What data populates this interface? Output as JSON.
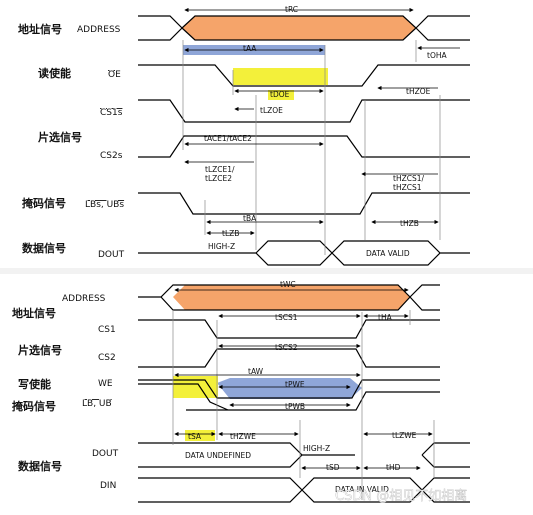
{
  "read_cycle": {
    "rows": {
      "address": {
        "cn": "地址信号",
        "sig": "ADDRESS"
      },
      "oe": {
        "cn": "读使能",
        "sig": "OE"
      },
      "cs1": {
        "sig": "CS1s"
      },
      "cs_group": {
        "cn": "片选信号"
      },
      "cs2": {
        "sig": "CS2s"
      },
      "lb": {
        "cn": "掩码信号",
        "sig": "LBs, UBs"
      },
      "dout": {
        "cn": "数据信号",
        "sig": "DOUT"
      }
    },
    "timing": {
      "trc": "tRC",
      "taa": "tAA",
      "toha": "tOHA",
      "tdoe": "tDOE",
      "tlzoe": "tLZOE",
      "thzoe": "tHZOE",
      "tace": "tACE1/tACE2",
      "tlzce": "tLZCE1/\ntLZCE2",
      "thzcs": "tHZCS1/\ntHZCS1",
      "tba": "tBA",
      "tlzb": "tLZB",
      "thzb": "tHZB"
    },
    "data": {
      "highz": "HIGH-Z",
      "valid": "DATA VALID"
    }
  },
  "write_cycle": {
    "rows": {
      "address": {
        "cn": "地址信号",
        "sig": "ADDRESS"
      },
      "cs1": {
        "sig": "CS1"
      },
      "cs_group": {
        "cn": "片选信号"
      },
      "cs2": {
        "sig": "CS2"
      },
      "we": {
        "cn": "写使能",
        "sig": "WE"
      },
      "lb": {
        "cn": "掩码信号",
        "sig": "LB, UB"
      },
      "dout": {
        "sig": "DOUT"
      },
      "data_group": {
        "cn": "数据信号"
      },
      "din": {
        "sig": "DIN"
      }
    },
    "timing": {
      "twc": "tWC",
      "tscs1": "tSCS1",
      "tha": "tHA",
      "tscs2": "tSCS2",
      "taw": "tAW",
      "tpwe": "tPWE",
      "tpwb": "tPWB",
      "tsa": "tSA",
      "thzwe": "tHZWE",
      "tlzwe": "tLZWE",
      "tsd": "tSD",
      "thd": "tHD"
    },
    "data": {
      "undefined": "DATA UNDEFINED",
      "highz": "HIGH-Z",
      "in_valid": "DATA IN VALID"
    }
  },
  "watermark": "CSDN @相见不如相离",
  "colors": {
    "highlight_orange": "#f5a46a",
    "highlight_blue": "#8fa6d8",
    "highlight_yellow": "#f3f03a"
  }
}
